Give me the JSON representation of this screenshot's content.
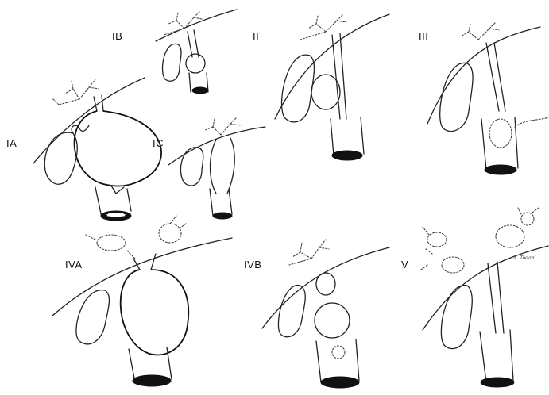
{
  "labels": {
    "IA": "IA",
    "IB": "IB",
    "IC": "IC",
    "II": "II",
    "III": "III",
    "IVA": "IVA",
    "IVB": "IVB",
    "V": "V"
  },
  "signature": "A. Todani"
}
